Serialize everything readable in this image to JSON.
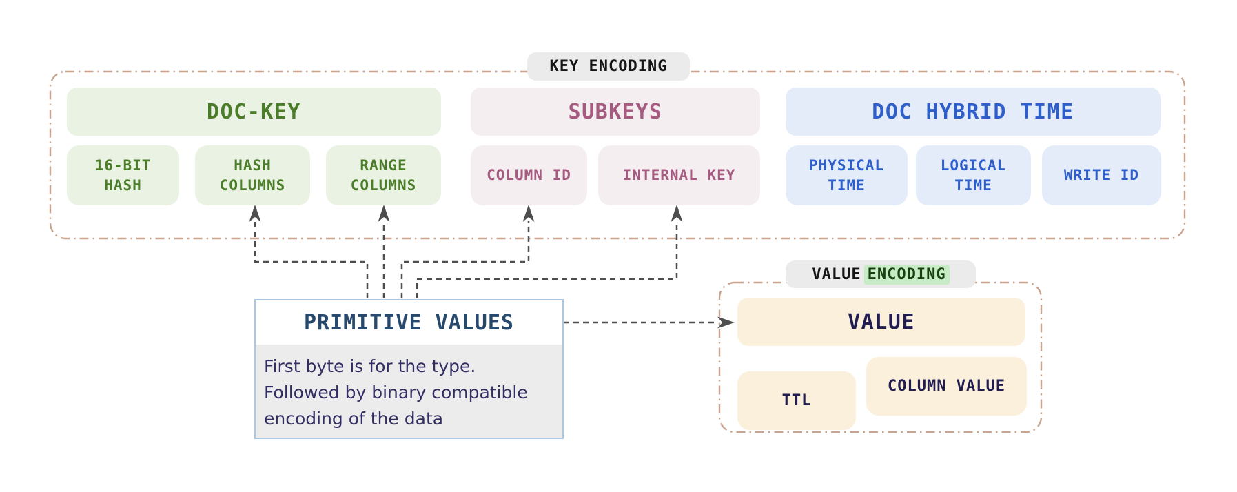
{
  "key_encoding": {
    "label": "KEY ENCODING",
    "groups": [
      {
        "id": "doc-key",
        "title": "DOC-KEY",
        "items": [
          [
            "16-BIT",
            "HASH"
          ],
          [
            "HASH",
            "COLUMNS"
          ],
          [
            "RANGE",
            "COLUMNS"
          ]
        ]
      },
      {
        "id": "subkeys",
        "title": "SUBKEYS",
        "items": [
          [
            "COLUMN ID"
          ],
          [
            "INTERNAL KEY"
          ]
        ]
      },
      {
        "id": "doc-hybrid-time",
        "title": "DOC HYBRID TIME",
        "items": [
          [
            "PHYSICAL",
            "TIME"
          ],
          [
            "LOGICAL",
            "TIME"
          ],
          [
            "WRITE ID"
          ]
        ]
      }
    ]
  },
  "primitive_values": {
    "title": "PRIMITIVE VALUES",
    "description_lines": [
      "First byte is for the type.",
      "Followed by binary compatible",
      "encoding of the data"
    ]
  },
  "value_encoding": {
    "label_plain": "VALUE",
    "label_highlight": "ENCODING",
    "value_title": "VALUE",
    "items": [
      "TTL",
      "COLUMN VALUE"
    ]
  },
  "colors": {
    "doc_key_text": "#4a7c29",
    "doc_key_bg": "#eaf2e3",
    "subkeys_text": "#a55a80",
    "subkeys_bg": "#f5eef1",
    "hybrid_time_text": "#2e5ec9",
    "hybrid_time_bg": "#e4ecf9",
    "value_bg": "#faf0dc",
    "value_text": "#211d51",
    "pill_bg": "#ebebeb",
    "pill_text": "#151515",
    "highlight_bg": "#c7ecc5",
    "highlight_text": "#17400f",
    "container_border": "#c9a48f",
    "connector": "#4e4e4e",
    "primitive_border": "#aac7e4",
    "primitive_title": "#27496d",
    "primitive_body_bg": "#ececec",
    "primitive_body_text": "#332e62"
  }
}
